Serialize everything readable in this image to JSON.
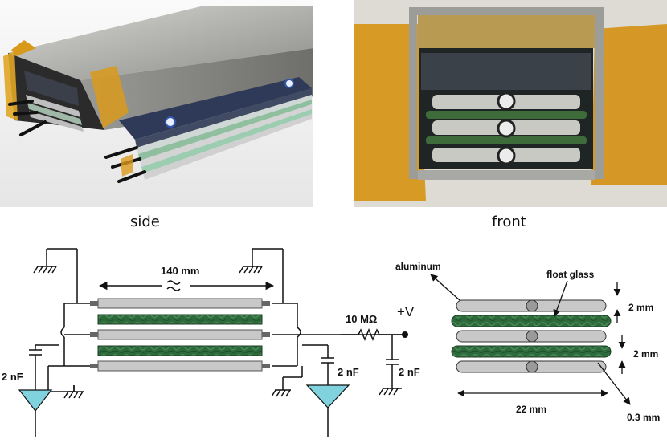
{
  "photos": {
    "side_caption": "side",
    "front_caption": "front"
  },
  "circuit": {
    "length_label": "140 mm",
    "resistor_label": "10 MΩ",
    "voltage_label": "+V",
    "cap_left_label": "2 nF",
    "cap_mid_label": "2 nF",
    "cap_right_label": "2 nF"
  },
  "cross_section": {
    "aluminum_label": "aluminum",
    "float_glass_label": "float glass",
    "gap_top_label": "2 mm",
    "gap_bottom_label": "2 mm",
    "width_label": "22 mm",
    "thickness_label": "0.3 mm"
  },
  "colors": {
    "glass_green": "#2e6b3c",
    "electrode_gray": "#c8c8c8",
    "preamp_cyan": "#7fd2de",
    "tape_amber": "#d99a1c"
  }
}
